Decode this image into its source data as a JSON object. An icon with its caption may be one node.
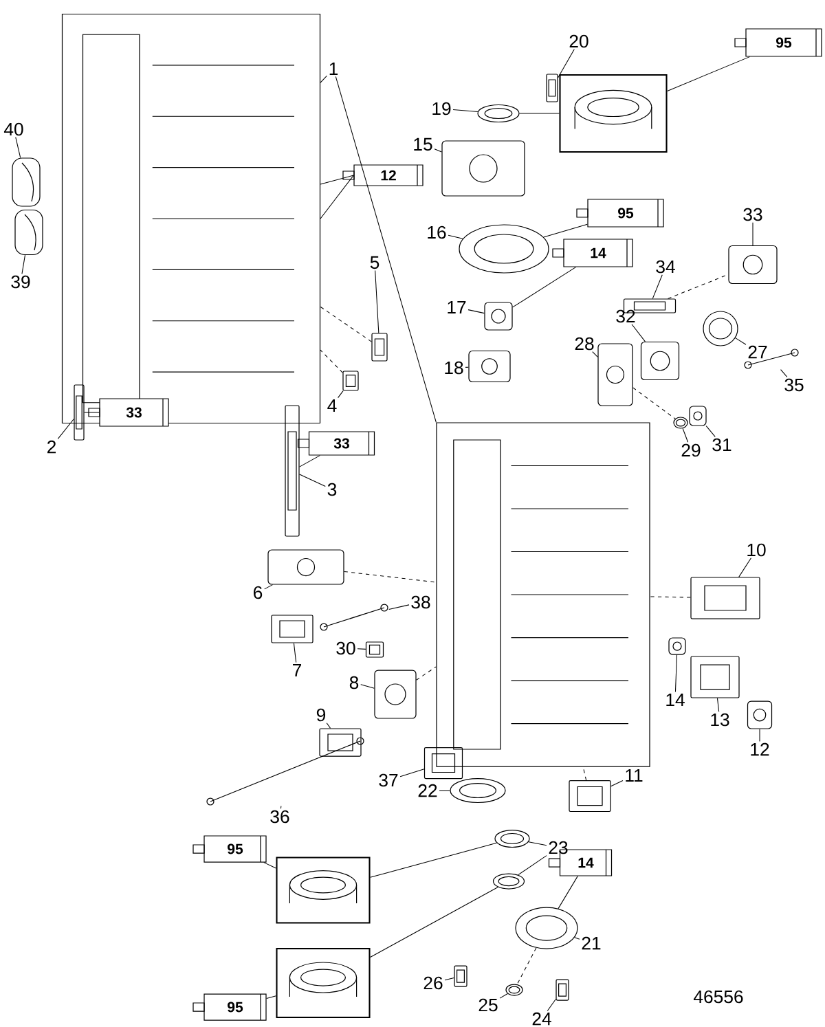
{
  "diagram": {
    "nodes": [
      {
        "text": [],
        "shape": "picture"
      },
      {
        "text": [],
        "shape": "picture"
      },
      {
        "text": [],
        "shape": "picture"
      },
      {
        "text": [],
        "shape": "picture"
      },
      {
        "text": [],
        "shape": "box"
      },
      {
        "text": [],
        "shape": "picture"
      },
      {
        "text": [],
        "shape": "picture"
      },
      {
        "text": [],
        "shape": "picture"
      },
      {
        "text": [],
        "shape": "picture"
      },
      {
        "text": [],
        "shape": "picture"
      },
      {
        "text": [],
        "shape": "picture"
      },
      {
        "text": [],
        "shape": "picture"
      },
      {
        "text": [],
        "shape": "picture"
      },
      {
        "text": [],
        "shape": "picture"
      },
      {
        "text": [],
        "shape": "picture"
      },
      {
        "text": [],
        "shape": "picture"
      },
      {
        "text": [],
        "shape": "picture"
      },
      {
        "text": [],
        "shape": "picture"
      },
      {
        "text": [],
        "shape": "picture"
      },
      {
        "text": [],
        "shape": "picture"
      },
      {
        "text": [],
        "shape": "picture"
      },
      {
        "text": [],
        "shape": "picture"
      },
      {
        "text": [],
        "shape": "picture"
      },
      {
        "text": [],
        "shape": "picture"
      },
      {
        "text": [],
        "shape": "picture"
      },
      {
        "text": [],
        "shape": "picture"
      },
      {
        "text": [],
        "shape": "picture"
      },
      {
        "text": [],
        "shape": "picture"
      },
      {
        "text": [],
        "shape": "picture"
      },
      {
        "text": [],
        "shape": "picture"
      },
      {
        "text": [],
        "shape": "picture"
      },
      {
        "text": [],
        "shape": "picture"
      },
      {
        "text": [],
        "shape": "picture"
      },
      {
        "text": [],
        "shape": "picture"
      },
      {
        "text": [],
        "shape": "picture"
      },
      {
        "text": [],
        "shape": "picture"
      },
      {
        "text": [],
        "shape": "picture"
      },
      {
        "text": [],
        "shape": "picture"
      },
      {
        "text": [],
        "shape": "picture"
      },
      {
        "text": [],
        "shape": "box"
      },
      {
        "text": [],
        "shape": "box"
      },
      {
        "text": [],
        "shape": "picture"
      },
      {
        "text": [],
        "shape": "picture"
      },
      {
        "text": [],
        "shape": "picture"
      },
      {
        "text": [],
        "shape": "picture"
      },
      {
        "text": [
          "95"
        ]
      },
      {
        "text": [
          "12"
        ]
      },
      {
        "text": [
          "95"
        ]
      },
      {
        "text": [
          "14"
        ]
      },
      {
        "text": [
          "33"
        ]
      },
      {
        "text": [
          "33"
        ]
      },
      {
        "text": [
          "95"
        ]
      },
      {
        "text": [
          "95"
        ]
      },
      {
        "text": [
          "14"
        ]
      },
      {
        "text": [
          "20"
        ]
      },
      {
        "text": [
          "1"
        ]
      },
      {
        "text": [
          "19"
        ]
      },
      {
        "text": [
          "15"
        ]
      },
      {
        "text": [
          "40"
        ]
      },
      {
        "text": [
          "16"
        ]
      },
      {
        "text": [
          "33"
        ]
      },
      {
        "text": [
          "34"
        ]
      },
      {
        "text": [
          "17"
        ]
      },
      {
        "text": [
          "39"
        ]
      },
      {
        "text": [
          "5"
        ]
      },
      {
        "text": [
          "32"
        ]
      },
      {
        "text": [
          "28"
        ]
      },
      {
        "text": [
          "27"
        ]
      },
      {
        "text": [
          "18"
        ]
      },
      {
        "text": [
          "35"
        ]
      },
      {
        "text": [
          "4"
        ]
      },
      {
        "text": [
          "2"
        ]
      },
      {
        "text": [
          "29"
        ]
      },
      {
        "text": [
          "31"
        ]
      },
      {
        "text": [
          "3"
        ]
      },
      {
        "text": [
          "10"
        ]
      },
      {
        "text": [
          "6"
        ]
      },
      {
        "text": [
          "38"
        ]
      },
      {
        "text": [
          "30"
        ]
      },
      {
        "text": [
          "7"
        ]
      },
      {
        "text": [
          "8"
        ]
      },
      {
        "text": [
          "14"
        ]
      },
      {
        "text": [
          "13"
        ]
      },
      {
        "text": [
          "9"
        ]
      },
      {
        "text": [
          "12"
        ]
      },
      {
        "text": [
          "11"
        ]
      },
      {
        "text": [
          "37"
        ]
      },
      {
        "text": [
          "22"
        ]
      },
      {
        "text": [
          "36"
        ]
      },
      {
        "text": [
          "23"
        ]
      },
      {
        "text": [
          "21"
        ]
      },
      {
        "text": [
          "26"
        ]
      },
      {
        "text": [
          "25"
        ]
      },
      {
        "text": [
          "24"
        ]
      }
    ],
    "edges": [
      {
        "from": 54,
        "to": 2,
        "arrow": "none"
      },
      {
        "from": 55,
        "to": 0,
        "arrow": "none"
      },
      {
        "from": 55,
        "to": 1,
        "arrow": "none"
      },
      {
        "from": 56,
        "to": 3,
        "arrow": "none"
      },
      {
        "from": 57,
        "to": 5,
        "arrow": "none"
      },
      {
        "from": 58,
        "to": 13,
        "arrow": "none"
      },
      {
        "from": 59,
        "to": 6,
        "arrow": "none"
      },
      {
        "from": 60,
        "to": 15,
        "arrow": "none"
      },
      {
        "from": 61,
        "to": 16,
        "arrow": "none"
      },
      {
        "from": 62,
        "to": 7,
        "arrow": "none"
      },
      {
        "from": 63,
        "to": 14,
        "arrow": "none"
      },
      {
        "from": 64,
        "to": 9,
        "arrow": "none"
      },
      {
        "from": 65,
        "to": 19,
        "arrow": "none"
      },
      {
        "from": 66,
        "to": 20,
        "arrow": "none"
      },
      {
        "from": 67,
        "to": 17,
        "arrow": "none"
      },
      {
        "from": 68,
        "to": 8,
        "arrow": "none"
      },
      {
        "from": 69,
        "to": 18,
        "arrow": "none"
      },
      {
        "from": 70,
        "to": 10,
        "arrow": "none"
      },
      {
        "from": 71,
        "to": 12,
        "arrow": "none"
      },
      {
        "from": 72,
        "to": 21,
        "arrow": "none"
      },
      {
        "from": 73,
        "to": 22,
        "arrow": "none"
      },
      {
        "from": 74,
        "to": 11,
        "arrow": "none"
      },
      {
        "from": 75,
        "to": 23,
        "arrow": "none"
      },
      {
        "from": 76,
        "to": 24,
        "arrow": "none"
      },
      {
        "from": 77,
        "to": 25,
        "arrow": "none"
      },
      {
        "from": 78,
        "to": 27,
        "arrow": "none"
      },
      {
        "from": 79,
        "to": 26,
        "arrow": "none"
      },
      {
        "from": 80,
        "to": 28,
        "arrow": "none"
      },
      {
        "from": 81,
        "to": 30,
        "arrow": "none"
      },
      {
        "from": 82,
        "to": 31,
        "arrow": "none"
      },
      {
        "from": 83,
        "to": 29,
        "arrow": "none"
      },
      {
        "from": 84,
        "to": 32,
        "arrow": "none"
      },
      {
        "from": 85,
        "to": 36,
        "arrow": "none"
      },
      {
        "from": 86,
        "to": 34,
        "arrow": "none"
      },
      {
        "from": 87,
        "to": 35,
        "arrow": "none"
      },
      {
        "from": 88,
        "to": 33,
        "arrow": "none"
      },
      {
        "from": 89,
        "to": 37,
        "arrow": "none"
      },
      {
        "from": 89,
        "to": 38,
        "arrow": "none"
      },
      {
        "from": 90,
        "to": 41,
        "arrow": "none"
      },
      {
        "from": 91,
        "to": 42,
        "arrow": "none"
      },
      {
        "from": 92,
        "to": 43,
        "arrow": "none"
      },
      {
        "from": 93,
        "to": 44,
        "arrow": "none"
      },
      {
        "from": 45,
        "to": 4,
        "arrow": "none"
      },
      {
        "from": 46,
        "to": 0,
        "arrow": "none"
      },
      {
        "from": 46,
        "to": 0,
        "arrow": "none"
      },
      {
        "from": 47,
        "to": 6,
        "arrow": "none"
      },
      {
        "from": 48,
        "to": 7,
        "arrow": "none"
      },
      {
        "from": 49,
        "to": 12,
        "arrow": "none"
      },
      {
        "from": 50,
        "to": 11,
        "arrow": "none"
      },
      {
        "from": 51,
        "to": 39,
        "arrow": "none"
      },
      {
        "from": 52,
        "to": 40,
        "arrow": "none"
      },
      {
        "from": 53,
        "to": 41,
        "arrow": "none"
      },
      {
        "from": 3,
        "to": 4,
        "arrow": "none"
      },
      {
        "from": 37,
        "to": 39,
        "arrow": "none"
      },
      {
        "from": 38,
        "to": 40,
        "arrow": "none"
      },
      {
        "from": 9,
        "to": 0,
        "arrow": "none",
        "style": "dashed"
      },
      {
        "from": 10,
        "to": 0,
        "arrow": "none",
        "style": "dashed"
      },
      {
        "from": 24,
        "to": 1,
        "arrow": "none",
        "style": "dashed"
      },
      {
        "from": 28,
        "to": 1,
        "arrow": "none",
        "style": "dashed"
      },
      {
        "from": 23,
        "to": 1,
        "arrow": "none",
        "style": "dashed"
      },
      {
        "from": 36,
        "to": 1,
        "arrow": "none",
        "style": "dashed"
      },
      {
        "from": 16,
        "to": 15,
        "arrow": "none",
        "style": "dashed"
      },
      {
        "from": 20,
        "to": 21,
        "arrow": "none",
        "style": "dashed"
      },
      {
        "from": 41,
        "to": 43,
        "arrow": "none",
        "style": "dashed"
      }
    ],
    "labels": [
      "46556"
    ]
  }
}
